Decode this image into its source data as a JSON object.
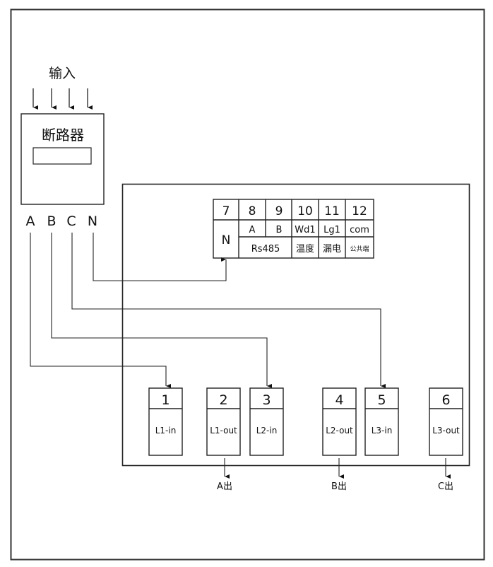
{
  "input_label": "输入",
  "breaker": {
    "title": "断路器"
  },
  "phases": [
    "A",
    "B",
    "C",
    "N"
  ],
  "top_terminals": {
    "numbers": [
      "7",
      "8",
      "9",
      "10",
      "11",
      "12"
    ],
    "n_label": "N",
    "codes": [
      "A",
      "B",
      "Wd1",
      "Lg1",
      "com"
    ],
    "rs485": "Rs485",
    "names": [
      "温度",
      "漏电",
      "公共端"
    ]
  },
  "bottom_terminals": [
    {
      "number": "1",
      "label": "L1-in"
    },
    {
      "number": "2",
      "label": "L1-out"
    },
    {
      "number": "3",
      "label": "L2-in"
    },
    {
      "number": "4",
      "label": "L2-out"
    },
    {
      "number": "5",
      "label": "L3-in"
    },
    {
      "number": "6",
      "label": "L3-out"
    }
  ],
  "outputs": [
    "A出",
    "B出",
    "C出"
  ],
  "wiring": [
    {
      "from": "A",
      "to": "1"
    },
    {
      "from": "B",
      "to": "3"
    },
    {
      "from": "C",
      "to": "5"
    },
    {
      "from": "N",
      "to": "7"
    }
  ]
}
